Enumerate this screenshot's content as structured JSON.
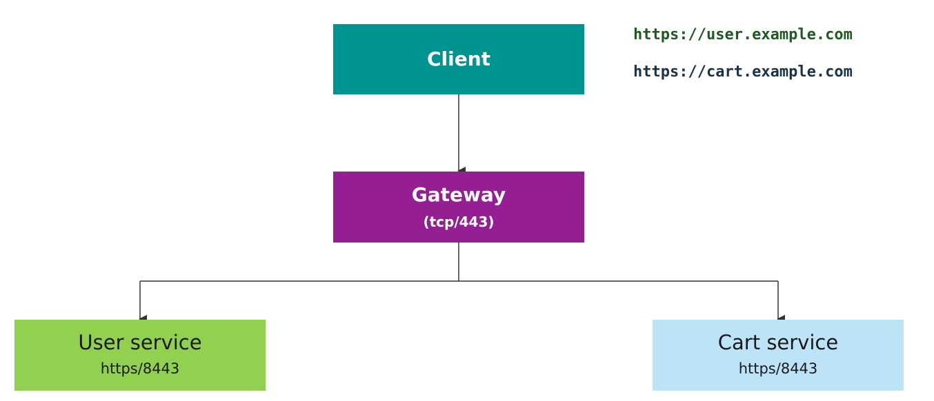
{
  "urls": {
    "user": "https://user.example.com",
    "cart": "https://cart.example.com"
  },
  "nodes": {
    "client": {
      "title": "Client"
    },
    "gateway": {
      "title": "Gateway",
      "subtitle": "(tcp/443)"
    },
    "user_service": {
      "title": "User service",
      "subtitle": "https/8443"
    },
    "cart_service": {
      "title": "Cart service",
      "subtitle": "https/8443"
    }
  },
  "colors": {
    "client": "#009490",
    "gateway": "#951E92",
    "user_service": "#92D050",
    "cart_service": "#BDE3F7",
    "url_user": "#1E5A22",
    "url_cart": "#1B3347",
    "connector": "#333333"
  }
}
